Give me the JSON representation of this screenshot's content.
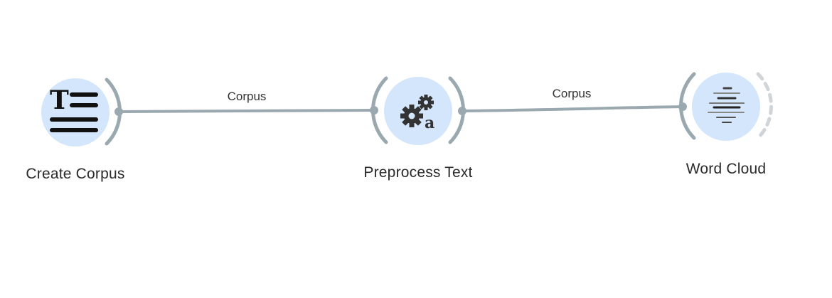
{
  "colors": {
    "node_fill": "#d4e6fb",
    "node_ring": "#e8f1fd",
    "link": "#9aa8b0",
    "channel": "#9aa8b0",
    "icon_dark": "#222222",
    "icon_gray": "#555555"
  },
  "nodes": [
    {
      "id": "create-corpus",
      "title": "Create Corpus",
      "icon": "text-lines-icon"
    },
    {
      "id": "preprocess-text",
      "title": "Preprocess Text",
      "icon": "gears-a-icon"
    },
    {
      "id": "word-cloud",
      "title": "Word Cloud",
      "icon": "word-cloud-icon"
    }
  ],
  "links": [
    {
      "from": "Create Corpus",
      "to": "Preprocess Text",
      "label": "Corpus"
    },
    {
      "from": "Preprocess Text",
      "to": "Word Cloud",
      "label": "Corpus"
    }
  ]
}
